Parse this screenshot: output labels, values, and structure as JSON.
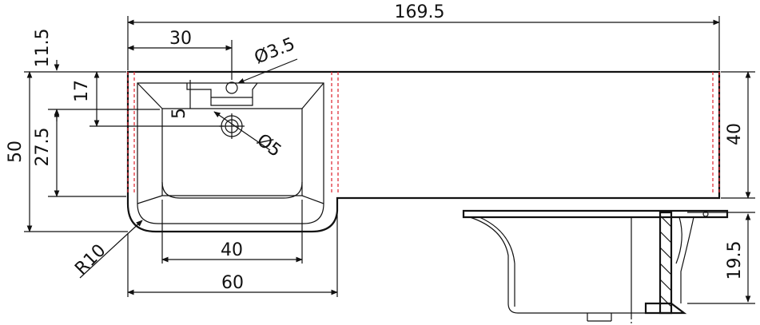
{
  "dimensions": {
    "overall_length": "169.5",
    "tap_offset": "30",
    "tap_hole": "Ø3.5",
    "top_edge": "11.5",
    "tap_depth": "17",
    "basin_depth": "27.5",
    "overall_width": "50",
    "slot": "5",
    "drain_hole": "Ø5",
    "worktop_depth": "40",
    "corner_radius": "R10",
    "basin_inner_width": "40",
    "basin_outer_width": "60",
    "section_height": "19.5"
  },
  "colors": {
    "line": "#111111",
    "hidden_edge": "#e0303a"
  }
}
